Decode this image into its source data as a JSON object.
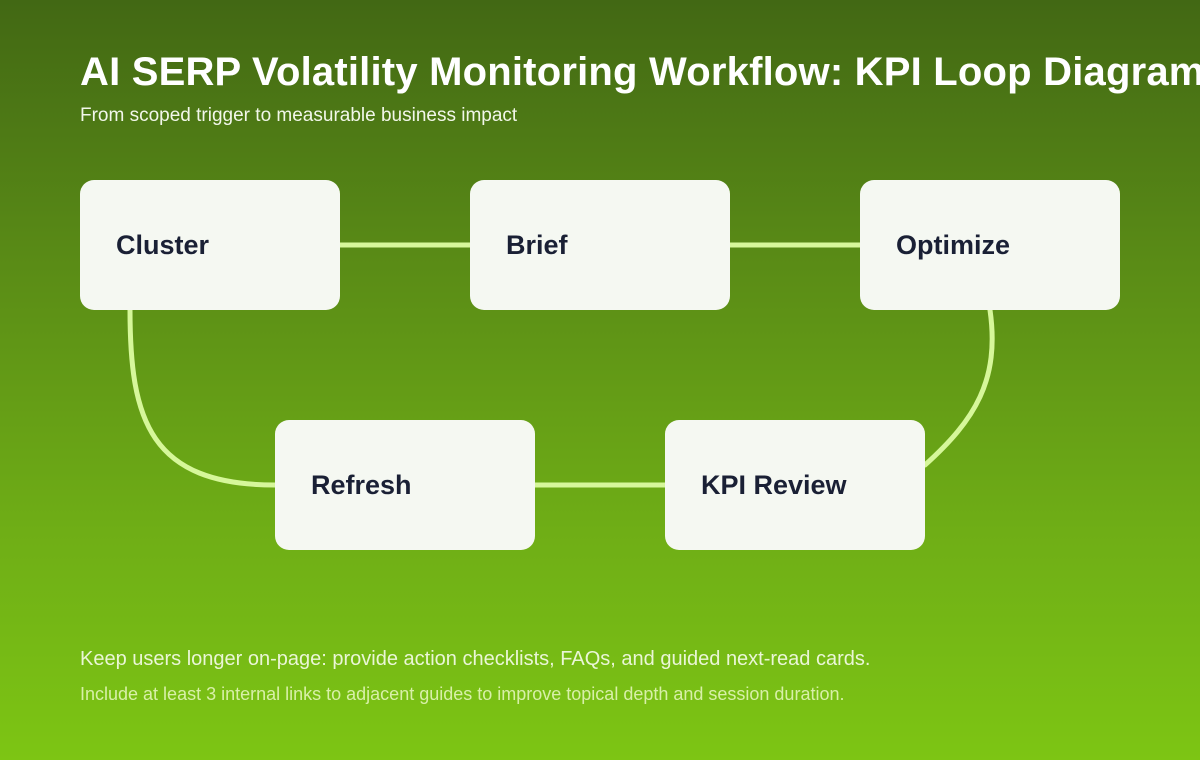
{
  "title": "AI SERP Volatility Monitoring Workflow: KPI Loop Diagram",
  "subtitle": "From scoped trigger to measurable business impact",
  "nodes": [
    {
      "id": "cluster",
      "label": "Cluster"
    },
    {
      "id": "brief",
      "label": "Brief"
    },
    {
      "id": "optimize",
      "label": "Optimize"
    },
    {
      "id": "refresh",
      "label": "Refresh"
    },
    {
      "id": "kpi_review",
      "label": "KPI Review"
    }
  ],
  "footer": {
    "note1": "Keep users longer on-page: provide action checklists, FAQs, and guided next-read cards.",
    "note2": "Include at least 3 internal links to adjacent guides to improve topical depth and session duration."
  },
  "colors": {
    "connector": "#d6f79a",
    "node_bg": "#f5f8f2",
    "node_text": "#1a2035"
  }
}
